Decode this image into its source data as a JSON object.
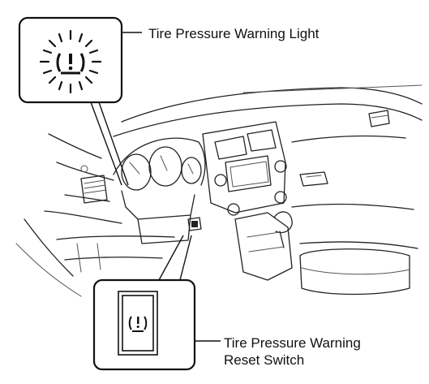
{
  "labels": {
    "warning_light": "Tire Pressure Warning Light",
    "reset_switch_line1": "Tire Pressure Warning",
    "reset_switch_line2": "Reset Switch"
  },
  "icons": {
    "warning_light": "tire-pressure-warning-icon",
    "reset_switch": "tire-pressure-reset-switch-icon"
  },
  "colors": {
    "line": "#222222",
    "background": "#ffffff"
  }
}
